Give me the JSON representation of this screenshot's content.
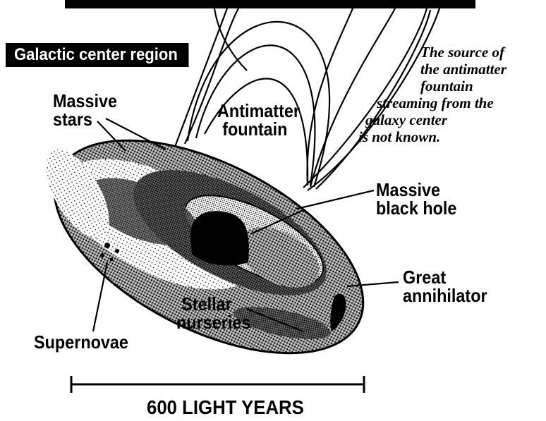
{
  "header": {
    "title": "Galactic center region"
  },
  "labels": {
    "massive_stars": [
      "Massive",
      "stars"
    ],
    "antimatter_fountain": [
      "Antimatter",
      "fountain"
    ],
    "massive_black_hole": [
      "Massive",
      "black hole"
    ],
    "great_annihilator": [
      "Great",
      "annihilator"
    ],
    "stellar_nurseries": [
      "Stellar",
      "nurseries"
    ],
    "supernovae": "Supernovae"
  },
  "note": [
    "The source of",
    "the antimatter",
    "fountain",
    "streaming from the",
    "galaxy center",
    "is not known."
  ],
  "scale_bar": {
    "label": "600 LIGHT YEARS"
  },
  "colors": {
    "ink": "#000000",
    "background": "#ffffff"
  }
}
